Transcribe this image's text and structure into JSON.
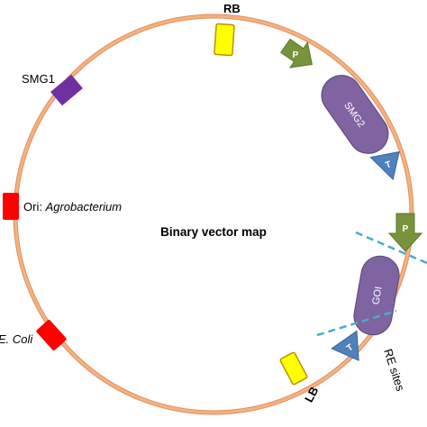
{
  "diagram": {
    "title": "Binary vector map",
    "labels": {
      "rb": "RB",
      "lb": "LB",
      "smg1": "SMG1",
      "ori_prefix": "Ori: ",
      "ori_organism": "Agrobacterium",
      "ecoli": "E. Coli",
      "re_sites": "RE sites"
    },
    "elements": {
      "promoter_1": "P",
      "smg2": "SMG2",
      "terminator_1": "T",
      "promoter_2": "P",
      "goi": "GOI",
      "terminator_2": "T"
    }
  },
  "colors": {
    "backbone": "#F4B183",
    "backbone_outline": "#E0905A",
    "border_yellow": "#FFFF00",
    "border_yellow_outline": "#BF9000",
    "marker_purple": "#7030A0",
    "ori_red": "#FF0000",
    "promoter_green": "#77933C",
    "gene_purple": "#8064A2",
    "terminator_blue": "#4F81BD",
    "re_dash": "#4BACC6"
  }
}
